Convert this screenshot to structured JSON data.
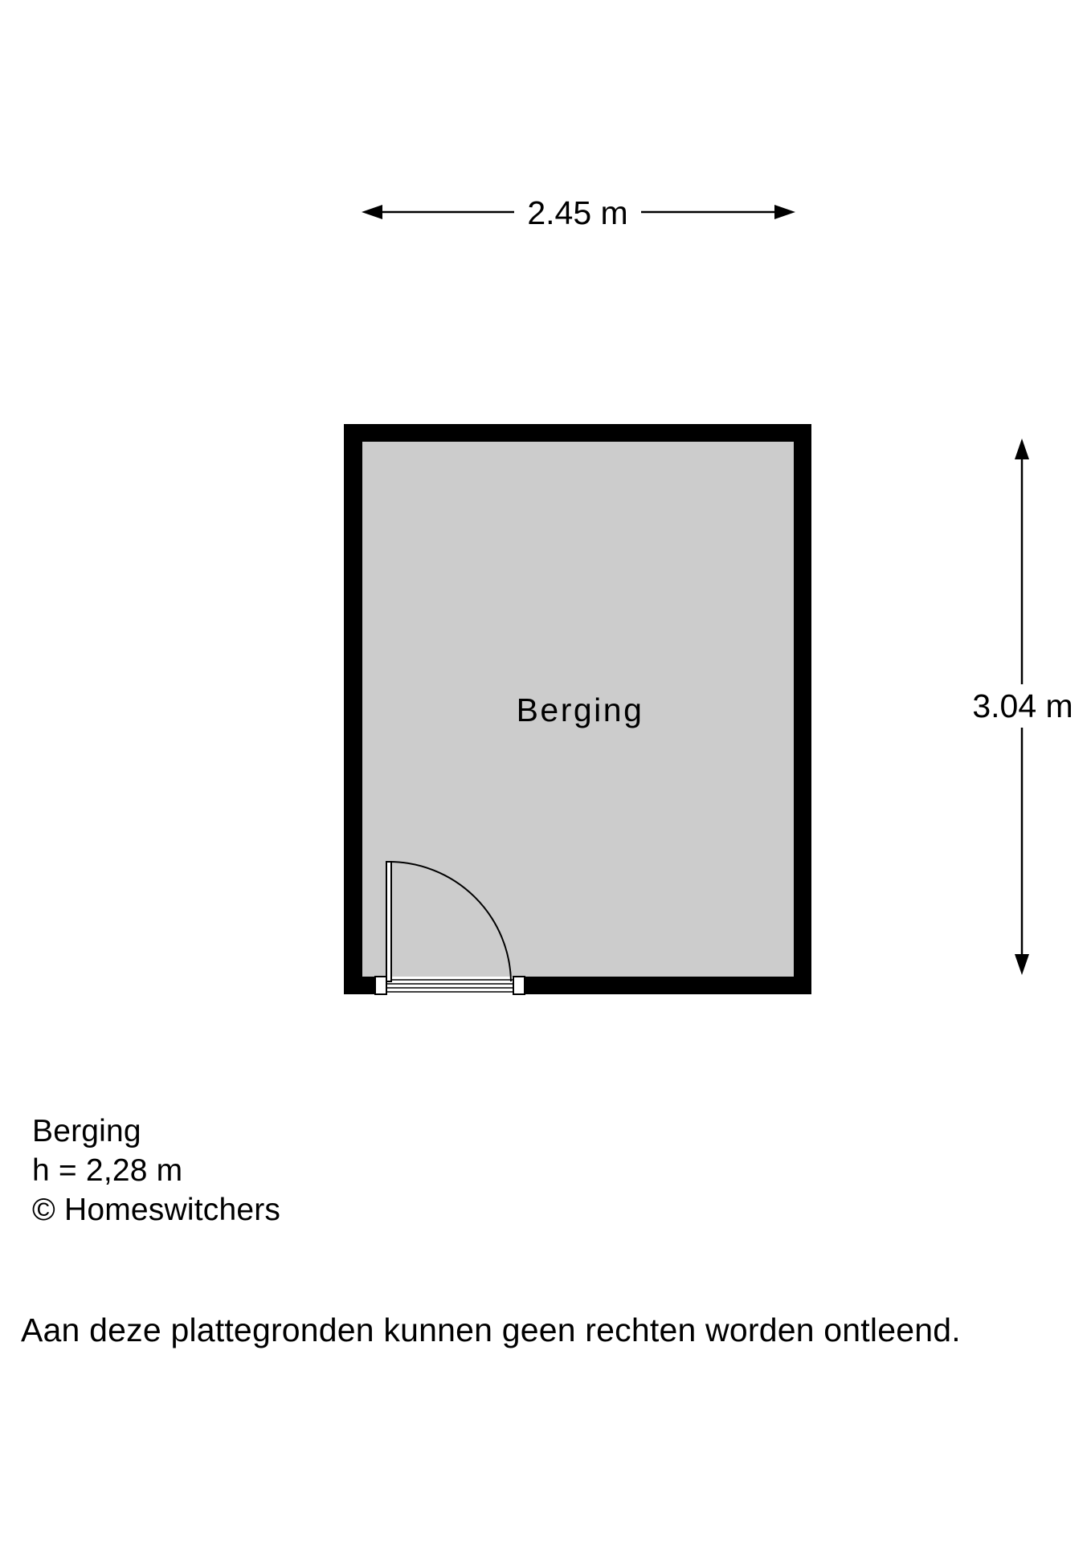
{
  "plan": {
    "room_name": "Berging",
    "width_label": "2.45 m",
    "depth_label": "3.04 m",
    "colors": {
      "wall": "#000000",
      "floor": "#cccccc",
      "background": "#ffffff"
    }
  },
  "info": {
    "room": "Berging",
    "height": "h = 2,28 m",
    "copyright": "© Homeswitchers"
  },
  "disclaimer": "Aan deze plattegronden kunnen geen rechten worden ontleend."
}
